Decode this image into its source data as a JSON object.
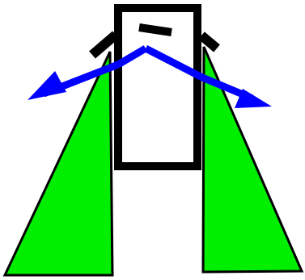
{
  "diagram": {
    "background": "#ffffff",
    "colors": {
      "outline": "#000000",
      "fill": "#ffffff",
      "wedge": "#00ee00",
      "arrow": "#0000ff"
    },
    "elements": [
      "central-rectangle",
      "short-dash-mark",
      "left-wedge",
      "right-wedge",
      "left-shoulder-line",
      "right-shoulder-line",
      "left-arrow",
      "right-arrow"
    ]
  }
}
